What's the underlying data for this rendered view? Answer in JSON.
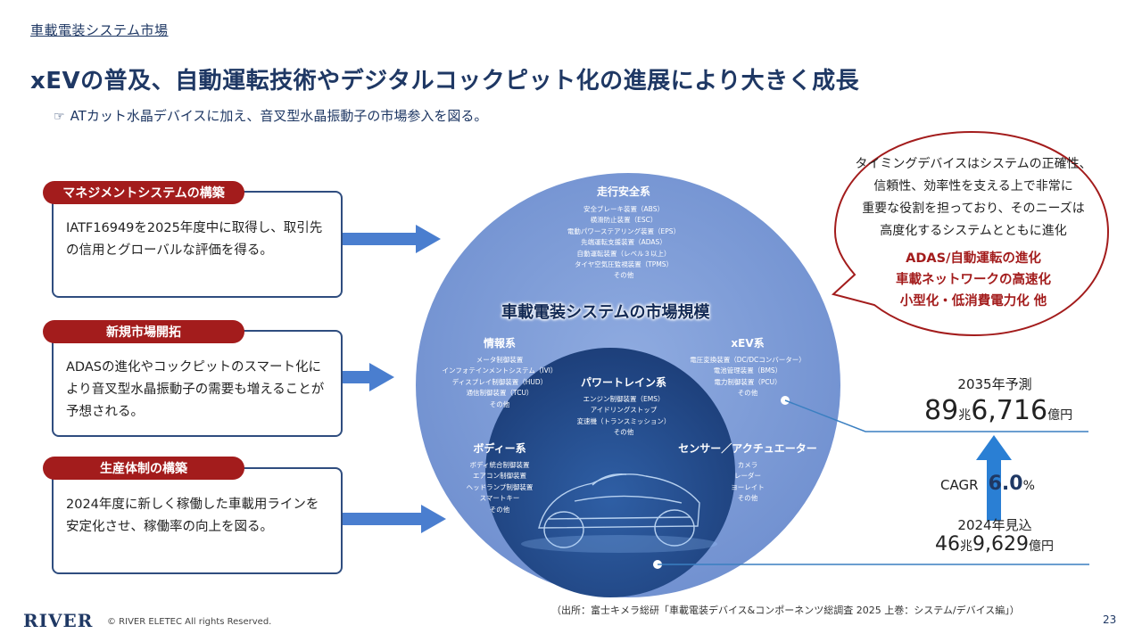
{
  "header": {
    "section": "車載電装システム市場",
    "title": "xEVの普及、自動運転技術やデジタルコックピット化の進展により大きく成長",
    "subtitle": "ATカット水晶デバイスに加え、音叉型水晶振動子の市場参入を図る。",
    "subtitle_icon": "pointing-hand-icon"
  },
  "left_boxes": [
    {
      "label": "マネジメントシステムの構築",
      "text": "IATF16949を2025年度中に取得し、取引先の信用とグローバルな評価を得る。"
    },
    {
      "label": "新規市場開拓",
      "text": "ADASの進化やコックピットのスマート化により音叉型水晶振動子の需要も増えることが予想される。"
    },
    {
      "label": "生産体制の構築",
      "text": "2024年度に新しく稼働した車載用ラインを安定化させ、稼働率の向上を図る。"
    }
  ],
  "circle": {
    "title": "車載電装システムの市場規模",
    "categories": {
      "safety": {
        "title": "走行安全系",
        "items": [
          "安全ブレーキ装置（ABS）",
          "横滑防止装置（ESC）",
          "電動パワーステアリング装置（EPS）",
          "先端運転支援装置（ADAS）",
          "自動運転装置（レベル３以上）",
          "タイヤ空気圧監視装置（TPMS）",
          "その他"
        ]
      },
      "info": {
        "title": "情報系",
        "items": [
          "メータ制御装置",
          "インフォテインメントシステム（IVI）",
          "ディスプレイ制御装置（HUD）",
          "通信制御装置（TCU）",
          "その他"
        ]
      },
      "xev": {
        "title": "xEV系",
        "items": [
          "電圧変換装置（DC/DCコンバーター）",
          "電池管理装置（BMS）",
          "電力制御装置（PCU）",
          "その他"
        ]
      },
      "powertrain": {
        "title": "パワートレイン系",
        "items": [
          "エンジン制御装置（EMS）",
          "アイドリングストップ",
          "変速機（トランスミッション）",
          "その他"
        ]
      },
      "body": {
        "title": "ボディー系",
        "items": [
          "ボディ統合制御装置",
          "エアコン制御装置",
          "ヘッドランプ制御装置",
          "スマートキー",
          "その他"
        ]
      },
      "sensor": {
        "title": "センサー／アクチュエーター",
        "items": [
          "カメラ",
          "レーダー",
          "ヨーレイト",
          "その他"
        ]
      }
    },
    "image": "car-wireframe-illustration"
  },
  "bubble": {
    "lines": [
      "タイミングデバイスはシステムの正確性、",
      "信頼性、効率性を支える上で非常に",
      "重要な役割を担っており、そのニーズは",
      "高度化するシステムとともに進化"
    ],
    "highlights": [
      "ADAS/自動運転の進化",
      "車載ネットワークの高速化",
      "小型化・低消費電力化 他"
    ]
  },
  "forecast": {
    "label": "2035年予測",
    "value_a": "89",
    "unit_a": "兆",
    "value_b": "6,716",
    "unit_b": "億円"
  },
  "cagr": {
    "label": "CAGR",
    "value": "6.0",
    "unit": "%"
  },
  "estimate": {
    "label": "2024年見込",
    "value_a": "46",
    "unit_a": "兆",
    "value_b": "9,629",
    "unit_b": "億円"
  },
  "footer": {
    "logo": "RIVER",
    "copyright": "© RIVER ELETEC All rights Reserved.",
    "source": "（出所：富士キメラ総研「車載電装デバイス&コンポーネンツ総調査 2025 上巻：システム/デバイス編」）",
    "page": "23"
  },
  "colors": {
    "navy": "#1f3864",
    "red": "#a31c1c",
    "circle_blue": "#7b9bd6",
    "arrow_blue": "#4a7ecf"
  }
}
